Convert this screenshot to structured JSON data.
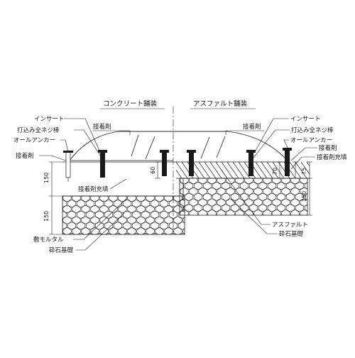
{
  "titles": {
    "left": "コンクリート舗装",
    "right": "アスファルト舗装"
  },
  "labels_left": {
    "insert": "インサート",
    "full_thread_bolt": "打込み全ネジ棒",
    "all_anchor": "オールアンカー",
    "adhesive": "接着剤",
    "adhesive_top": "接着剤",
    "adhesive_fill": "接着剤充填",
    "bedding_mortar": "敷モルタル",
    "crushed_stone": "砕石基礎"
  },
  "labels_right": {
    "insert": "インサート",
    "full_thread_bolt": "打込み全ネジ棒",
    "all_anchor": "オールアンカー",
    "adhesive": "接着剤",
    "adhesive_top": "接着剤",
    "adhesive_fill": "接着剤充填",
    "asphalt": "アスファルト",
    "crushed_stone": "砕石基礎"
  },
  "dimensions": {
    "left_upper": "150",
    "left_lower": "150",
    "center": "60",
    "right_70": "70",
    "right_75": "75",
    "right_150": "150"
  }
}
